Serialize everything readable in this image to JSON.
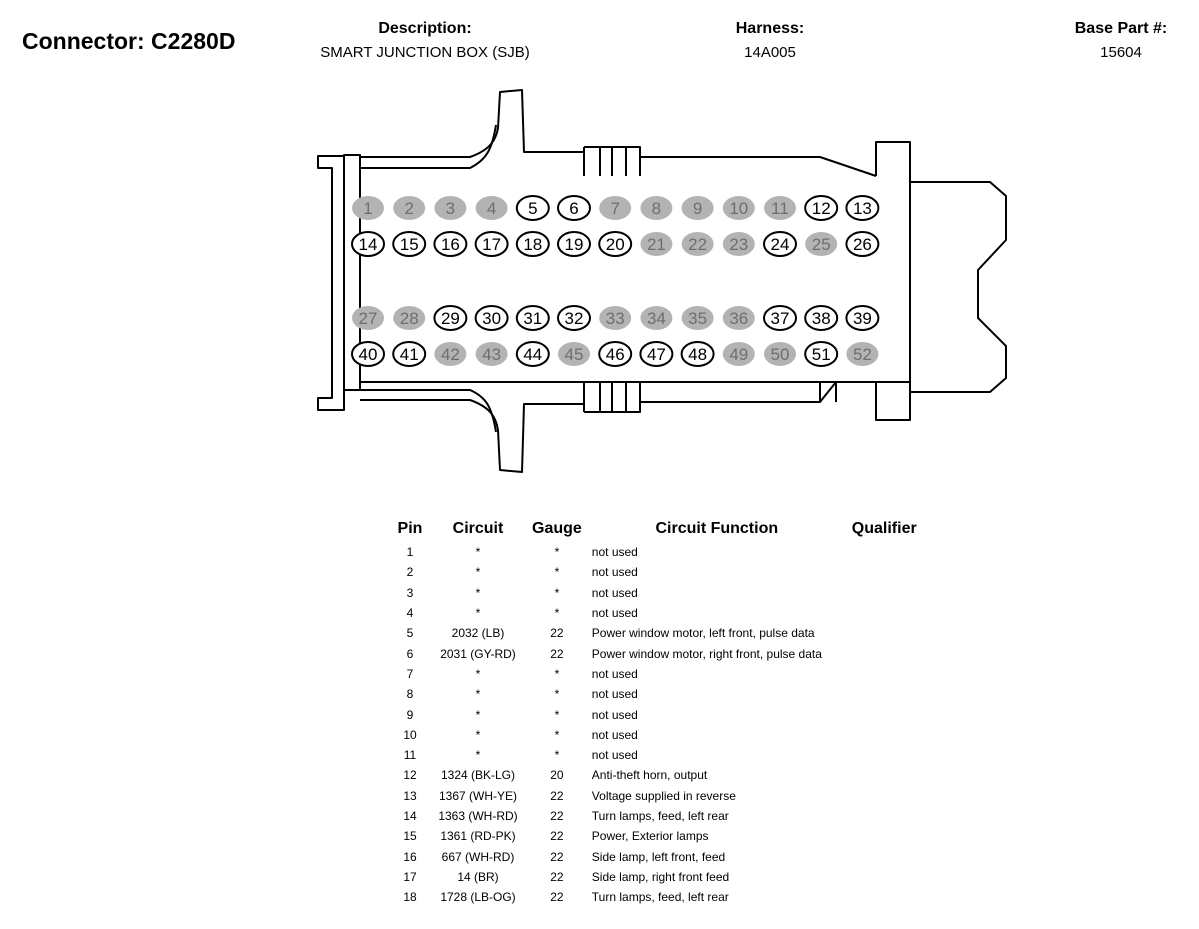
{
  "connector_title": "Connector: C2280D",
  "description": {
    "label": "Description:",
    "value": "SMART JUNCTION BOX (SJB)"
  },
  "harness": {
    "label": "Harness:",
    "value": "14A005"
  },
  "base_part": {
    "label": "Base Part #:",
    "value": "15604"
  },
  "colors": {
    "used_pin_fill": "#ffffff",
    "unused_pin_fill": "#b3b3b3",
    "unused_pin_text": "#6e6e6e",
    "outline": "#000000"
  },
  "connector": {
    "rows": [
      [
        1,
        2,
        3,
        4,
        5,
        6,
        7,
        8,
        9,
        10,
        11,
        12,
        13
      ],
      [
        14,
        15,
        16,
        17,
        18,
        19,
        20,
        21,
        22,
        23,
        24,
        25,
        26
      ],
      [
        27,
        28,
        29,
        30,
        31,
        32,
        33,
        34,
        35,
        36,
        37,
        38,
        39
      ],
      [
        40,
        41,
        42,
        43,
        44,
        45,
        46,
        47,
        48,
        49,
        50,
        51,
        52
      ]
    ],
    "unused_pins": [
      1,
      2,
      3,
      4,
      7,
      8,
      9,
      10,
      11,
      21,
      22,
      23,
      25,
      27,
      28,
      33,
      34,
      35,
      36,
      42,
      43,
      45,
      49,
      50,
      52
    ]
  },
  "table": {
    "headers": {
      "pin": "Pin",
      "circuit": "Circuit",
      "gauge": "Gauge",
      "function": "Circuit Function",
      "qualifier": "Qualifier"
    },
    "rows": [
      {
        "pin": "1",
        "circuit": "*",
        "gauge": "*",
        "function": "not used"
      },
      {
        "pin": "2",
        "circuit": "*",
        "gauge": "*",
        "function": "not used"
      },
      {
        "pin": "3",
        "circuit": "*",
        "gauge": "*",
        "function": "not used"
      },
      {
        "pin": "4",
        "circuit": "*",
        "gauge": "*",
        "function": "not used"
      },
      {
        "pin": "5",
        "circuit": "2032 (LB)",
        "gauge": "22",
        "function": "Power window motor, left front, pulse data"
      },
      {
        "pin": "6",
        "circuit": "2031 (GY-RD)",
        "gauge": "22",
        "function": "Power window motor, right front, pulse data"
      },
      {
        "pin": "7",
        "circuit": "*",
        "gauge": "*",
        "function": "not used"
      },
      {
        "pin": "8",
        "circuit": "*",
        "gauge": "*",
        "function": "not used"
      },
      {
        "pin": "9",
        "circuit": "*",
        "gauge": "*",
        "function": "not used"
      },
      {
        "pin": "10",
        "circuit": "*",
        "gauge": "*",
        "function": "not used"
      },
      {
        "pin": "11",
        "circuit": "*",
        "gauge": "*",
        "function": "not used"
      },
      {
        "pin": "12",
        "circuit": "1324 (BK-LG)",
        "gauge": "20",
        "function": "Anti-theft horn, output"
      },
      {
        "pin": "13",
        "circuit": "1367 (WH-YE)",
        "gauge": "22",
        "function": "Voltage supplied in reverse"
      },
      {
        "pin": "14",
        "circuit": "1363 (WH-RD)",
        "gauge": "22",
        "function": "Turn lamps, feed, left rear"
      },
      {
        "pin": "15",
        "circuit": "1361 (RD-PK)",
        "gauge": "22",
        "function": "Power, Exterior lamps"
      },
      {
        "pin": "16",
        "circuit": "667 (WH-RD)",
        "gauge": "22",
        "function": "Side lamp, left front, feed"
      },
      {
        "pin": "17",
        "circuit": "14 (BR)",
        "gauge": "22",
        "function": "Side lamp, right front feed"
      },
      {
        "pin": "18",
        "circuit": "1728 (LB-OG)",
        "gauge": "22",
        "function": "Turn lamps, feed, left rear"
      }
    ]
  }
}
